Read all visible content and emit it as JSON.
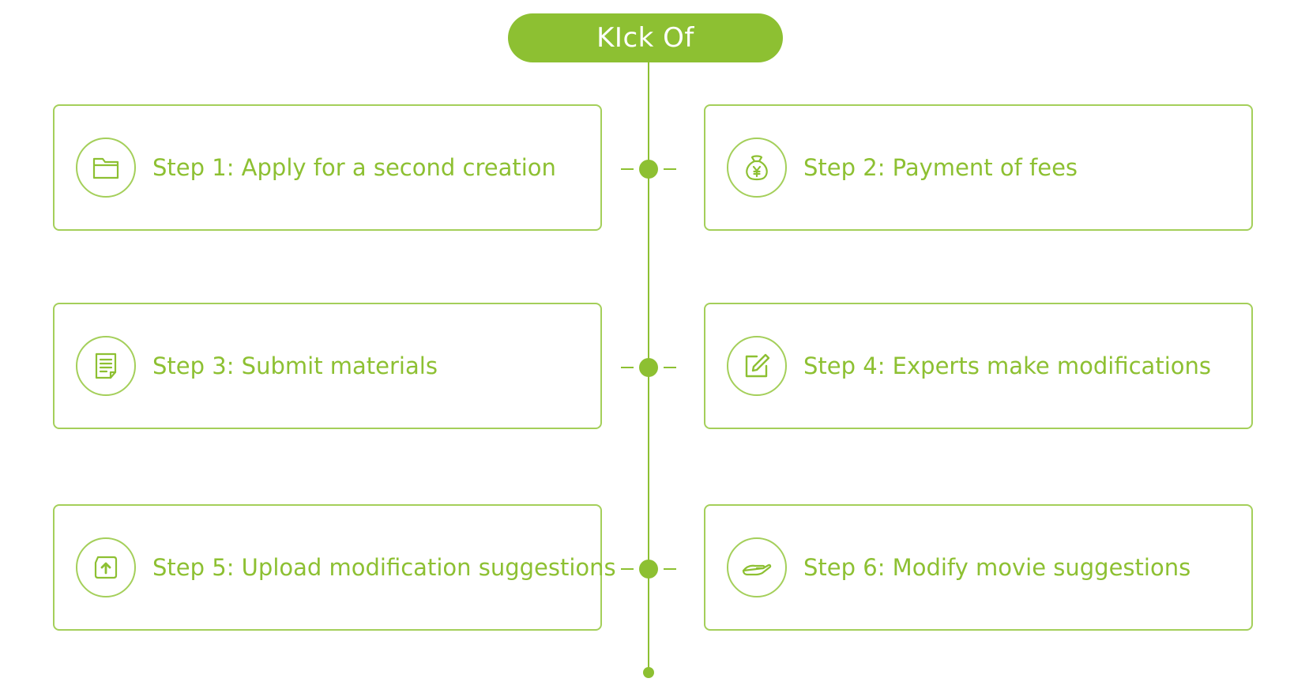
{
  "header": {
    "title": "KIck Of"
  },
  "steps": [
    {
      "label": "Step 1: Apply for a second creation",
      "icon": "folder-icon"
    },
    {
      "label": "Step 2: Payment of fees",
      "icon": "money-bag-icon"
    },
    {
      "label": "Step 3: Submit materials",
      "icon": "document-icon"
    },
    {
      "label": "Step 4: Experts make modifications",
      "icon": "edit-icon"
    },
    {
      "label": "Step 5: Upload modification suggestions",
      "icon": "upload-icon"
    },
    {
      "label": "Step 6: Modify movie suggestions",
      "icon": "hand-icon"
    }
  ],
  "colors": {
    "accent": "#8dc032",
    "border": "#a4cf5a",
    "background": "#ffffff"
  }
}
